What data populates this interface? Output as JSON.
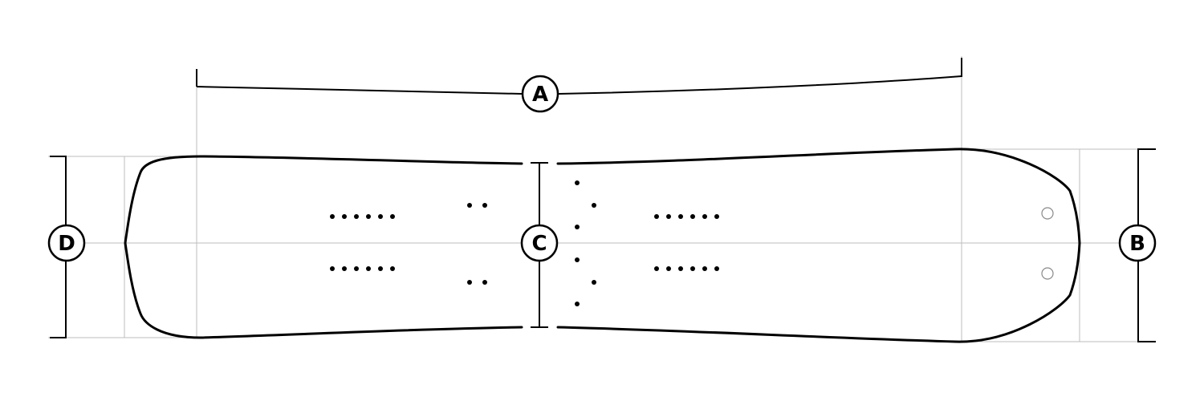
{
  "diagram": {
    "labels": {
      "a": "A",
      "b": "B",
      "c": "C",
      "d": "D"
    },
    "colors": {
      "line": "#000000",
      "guide": "#bdbdbd",
      "hole": "#8a8a8a",
      "background": "#ffffff"
    }
  }
}
